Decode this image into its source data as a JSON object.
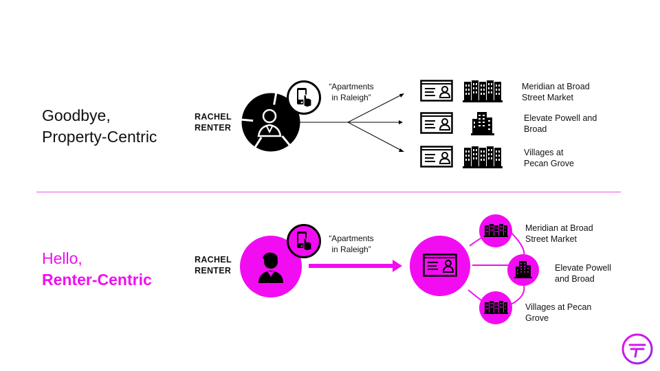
{
  "colors": {
    "accent": "#f20cf2",
    "dark": "#000000",
    "divider": "#f04ef0"
  },
  "top": {
    "headline_line1": "Goodbye,",
    "headline_line2": "Property-Centric",
    "renter_line1": "RACHEL",
    "renter_line2": "RENTER",
    "search_line1": "“Apartments",
    "search_line2": "in Raleigh”",
    "properties": [
      {
        "line1": "Meridian at Broad",
        "line2": "Street Market"
      },
      {
        "line1": "Elevate Powell and",
        "line2": "Broad"
      },
      {
        "line1": "Villages at",
        "line2": "Pecan Grove"
      }
    ]
  },
  "bottom": {
    "headline_line1": "Hello,",
    "headline_line2": "Renter-Centric",
    "renter_line1": "RACHEL",
    "renter_line2": "RENTER",
    "search_line1": "“Apartments",
    "search_line2": "in Raleigh”",
    "properties": [
      {
        "line1": "Meridian at Broad",
        "line2": "Street Market"
      },
      {
        "line1": "Elevate Powell",
        "line2": "and Broad"
      },
      {
        "line1": "Villages at Pecan",
        "line2": "Grove"
      }
    ]
  },
  "icons": {
    "person": "person-icon",
    "phone_tap": "phone-tap-icon",
    "id_card": "id-card-icon",
    "apartment_complex": "apartment-complex-icon",
    "tower": "tower-building-icon",
    "logo": "brand-logo-icon"
  }
}
